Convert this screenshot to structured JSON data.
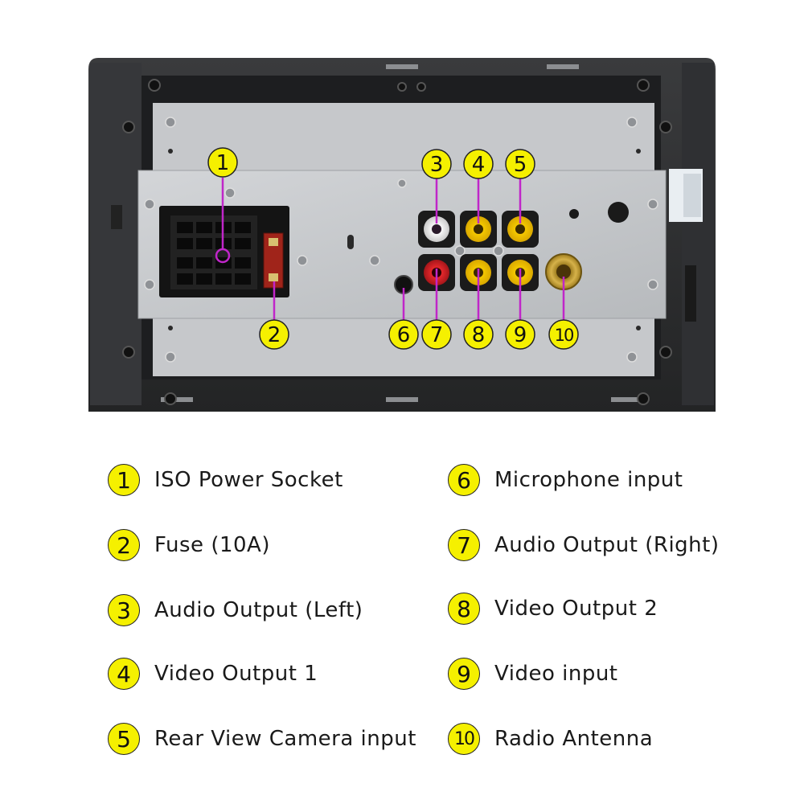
{
  "colors": {
    "badge": "#f5f000",
    "leader": "#c026c9",
    "chassis": "#2b2c2e",
    "panel": "#c9cbcd"
  },
  "markers": [
    {
      "num": "1",
      "icon": "iso-power-socket"
    },
    {
      "num": "2",
      "icon": "fuse"
    },
    {
      "num": "3",
      "icon": "rca-white"
    },
    {
      "num": "4",
      "icon": "rca-yellow"
    },
    {
      "num": "5",
      "icon": "rca-yellow"
    },
    {
      "num": "6",
      "icon": "mic-jack"
    },
    {
      "num": "7",
      "icon": "rca-red"
    },
    {
      "num": "8",
      "icon": "rca-yellow"
    },
    {
      "num": "9",
      "icon": "rca-yellow"
    },
    {
      "num": "10",
      "icon": "antenna-socket"
    }
  ],
  "legend": {
    "left": [
      {
        "num": "1",
        "label": "ISO Power Socket"
      },
      {
        "num": "2",
        "label": "Fuse (10A)"
      },
      {
        "num": "3",
        "label": "Audio Output (Left)"
      },
      {
        "num": "4",
        "label": "Video Output 1"
      },
      {
        "num": "5",
        "label": "Rear View Camera input"
      }
    ],
    "right": [
      {
        "num": "6",
        "label": "Microphone input"
      },
      {
        "num": "7",
        "label": "Audio Output (Right)"
      },
      {
        "num": "8",
        "label": "Video Output 2"
      },
      {
        "num": "9",
        "label": "Video input"
      },
      {
        "num": "10",
        "label": "Radio Antenna"
      }
    ]
  }
}
